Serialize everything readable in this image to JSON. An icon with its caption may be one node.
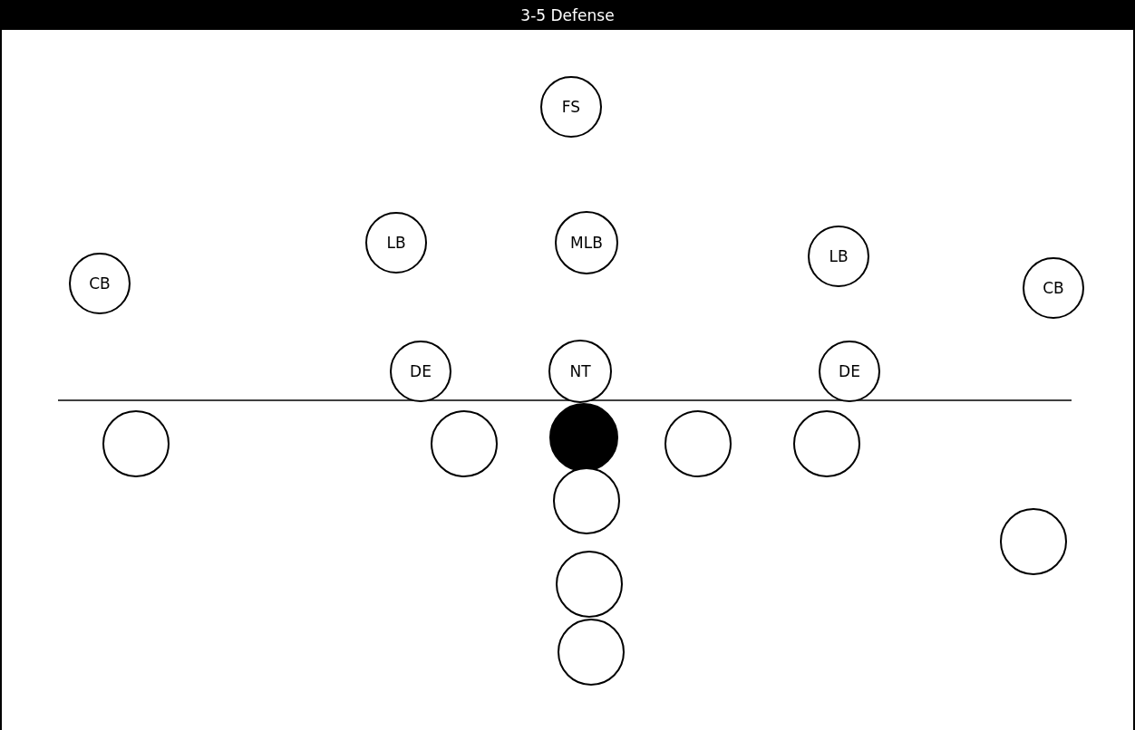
{
  "diagram": {
    "title": "3-5 Defense",
    "nodes": [
      {
        "text": [
          "FS"
        ]
      },
      {
        "text": [
          "LB"
        ]
      },
      {
        "text": [
          "MLB"
        ]
      },
      {
        "text": [
          "LB"
        ]
      },
      {
        "text": [
          "CB"
        ]
      },
      {
        "text": [
          "CB"
        ]
      },
      {
        "text": [
          "DE"
        ]
      },
      {
        "text": [
          "NT"
        ]
      },
      {
        "text": [
          "DE"
        ]
      },
      {
        "text": [],
        "shape": "circle"
      },
      {
        "text": [],
        "shape": "circle"
      },
      {
        "text": [],
        "shape": "circle"
      },
      {
        "text": [],
        "shape": "circle"
      },
      {
        "text": [],
        "shape": "circle"
      },
      {
        "text": [],
        "shape": "circle"
      },
      {
        "text": [],
        "shape": "circle"
      },
      {
        "text": [],
        "shape": "circle"
      },
      {
        "text": [],
        "shape": "circle"
      }
    ]
  }
}
